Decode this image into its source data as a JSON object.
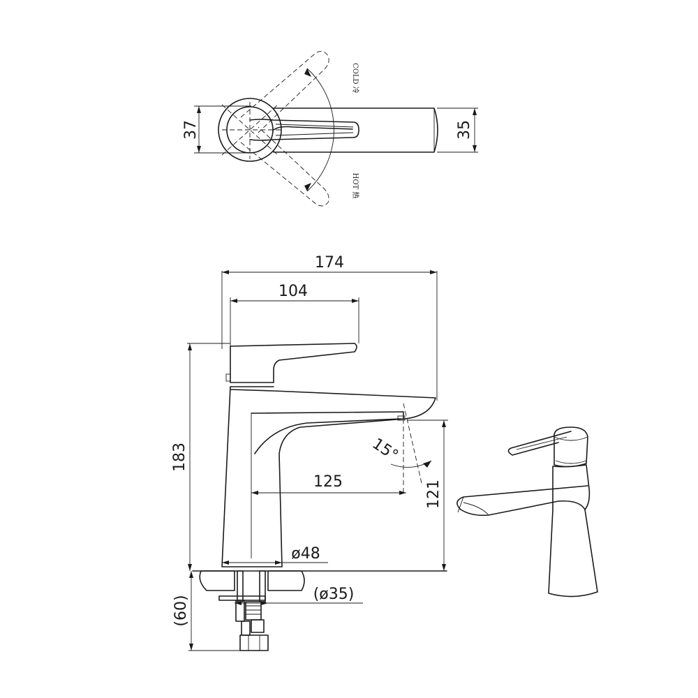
{
  "top_view": {
    "width_label": "37",
    "spout_height_label": "35",
    "cold_label": "COLD 冷",
    "hot_label": "HOT 热"
  },
  "side_view": {
    "overall_width": "174",
    "handle_width": "104",
    "overall_height": "183",
    "spout_reach": "125",
    "spout_height": "121",
    "angle": "15°",
    "base_diameter": "ø48",
    "hole_diameter": "(ø35)",
    "below_counter": "(60)"
  }
}
